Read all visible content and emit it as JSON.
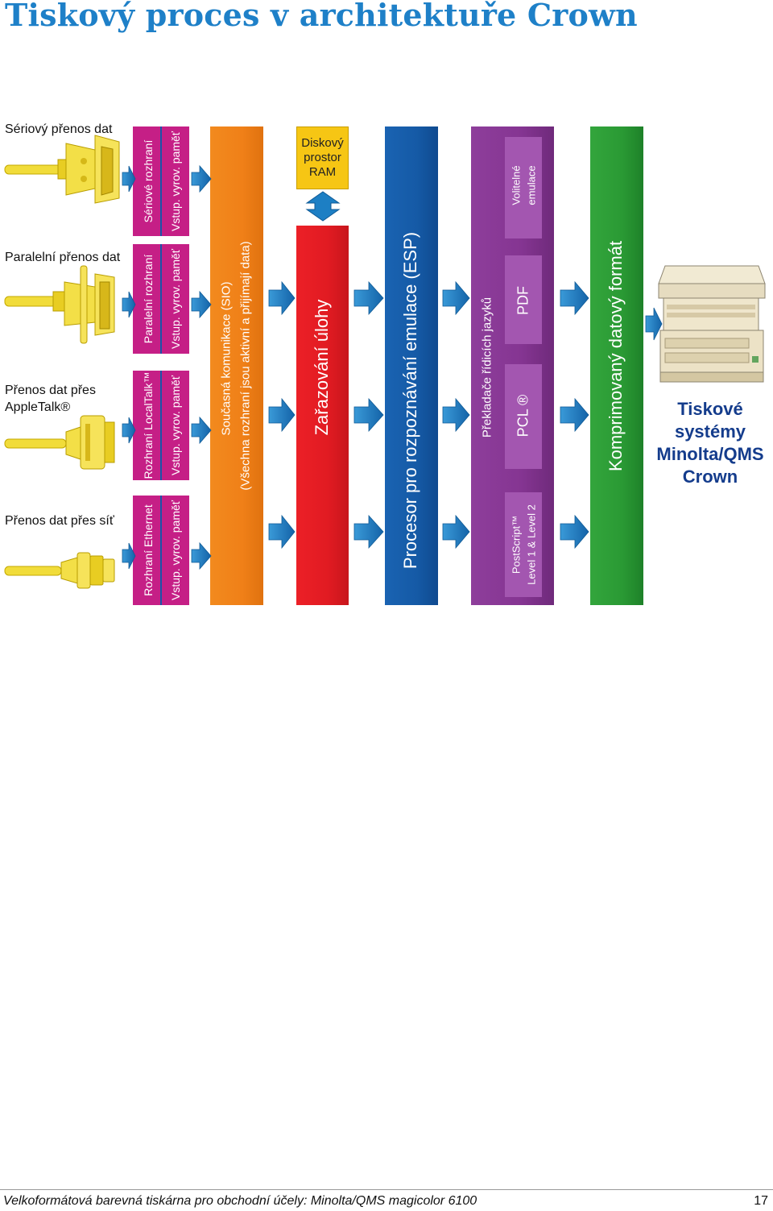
{
  "title": "Tiskový proces v architektuře Crown",
  "sources": [
    {
      "label": "Sériový přenos dat"
    },
    {
      "label": "Paralelní přenos dat"
    },
    {
      "label_line1": "Přenos dat přes",
      "label_line2": "AppleTalk®"
    },
    {
      "label": "Přenos dat přes síť"
    }
  ],
  "interfaces": [
    {
      "name": "Sériové rozhraní",
      "buffer": "Vstup. vyrov. paměť"
    },
    {
      "name": "Paralelní rozhraní",
      "buffer": "Vstup. vyrov. paměť"
    },
    {
      "name": "Rozhraní LocalTalk™",
      "buffer": "Vstup. vyrov. paměť"
    },
    {
      "name": "Rozhraní Ethernet",
      "buffer": "Vstup. vyrov. paměť"
    }
  ],
  "sio": {
    "line1": "Současná komunikace (SIO)",
    "line2": "(Všechna rozhraní jsou aktivní a přijímají data)"
  },
  "disk": {
    "line1": "Diskový",
    "line2": "prostor",
    "line3": "RAM"
  },
  "spooling": "Zařazování úlohy",
  "esp": "Procesor pro rozpoznávání emulace (ESP)",
  "translators": {
    "label": "Překladače řídicích jazyků",
    "optional_line1": "Volitelné",
    "optional_line2": "emulace",
    "pdf": "PDF",
    "pcl": "PCL ®",
    "postscript_line1": "PostScript™",
    "postscript_line2": "Level 1 & Level 2"
  },
  "compressed": "Komprimovaný datový formát",
  "printer": {
    "line1": "Tiskové",
    "line2": "systémy",
    "line3": "Minolta/QMS",
    "line4": "Crown"
  },
  "footer": {
    "text": "Velkoformátová barevná tiskárna pro obchodní účely: Minolta/QMS magicolor 6100",
    "page": "17"
  },
  "colors": {
    "title": "#1e80c8",
    "cable": "#f1dc3a",
    "interface": "#c51f86",
    "sio": "#f08018",
    "spool": "#e11b22",
    "esp": "#155aa6",
    "translators": "#853592",
    "compressed": "#2a9a34",
    "arrow": "#1d7fc4",
    "disk": "#f6c614"
  }
}
